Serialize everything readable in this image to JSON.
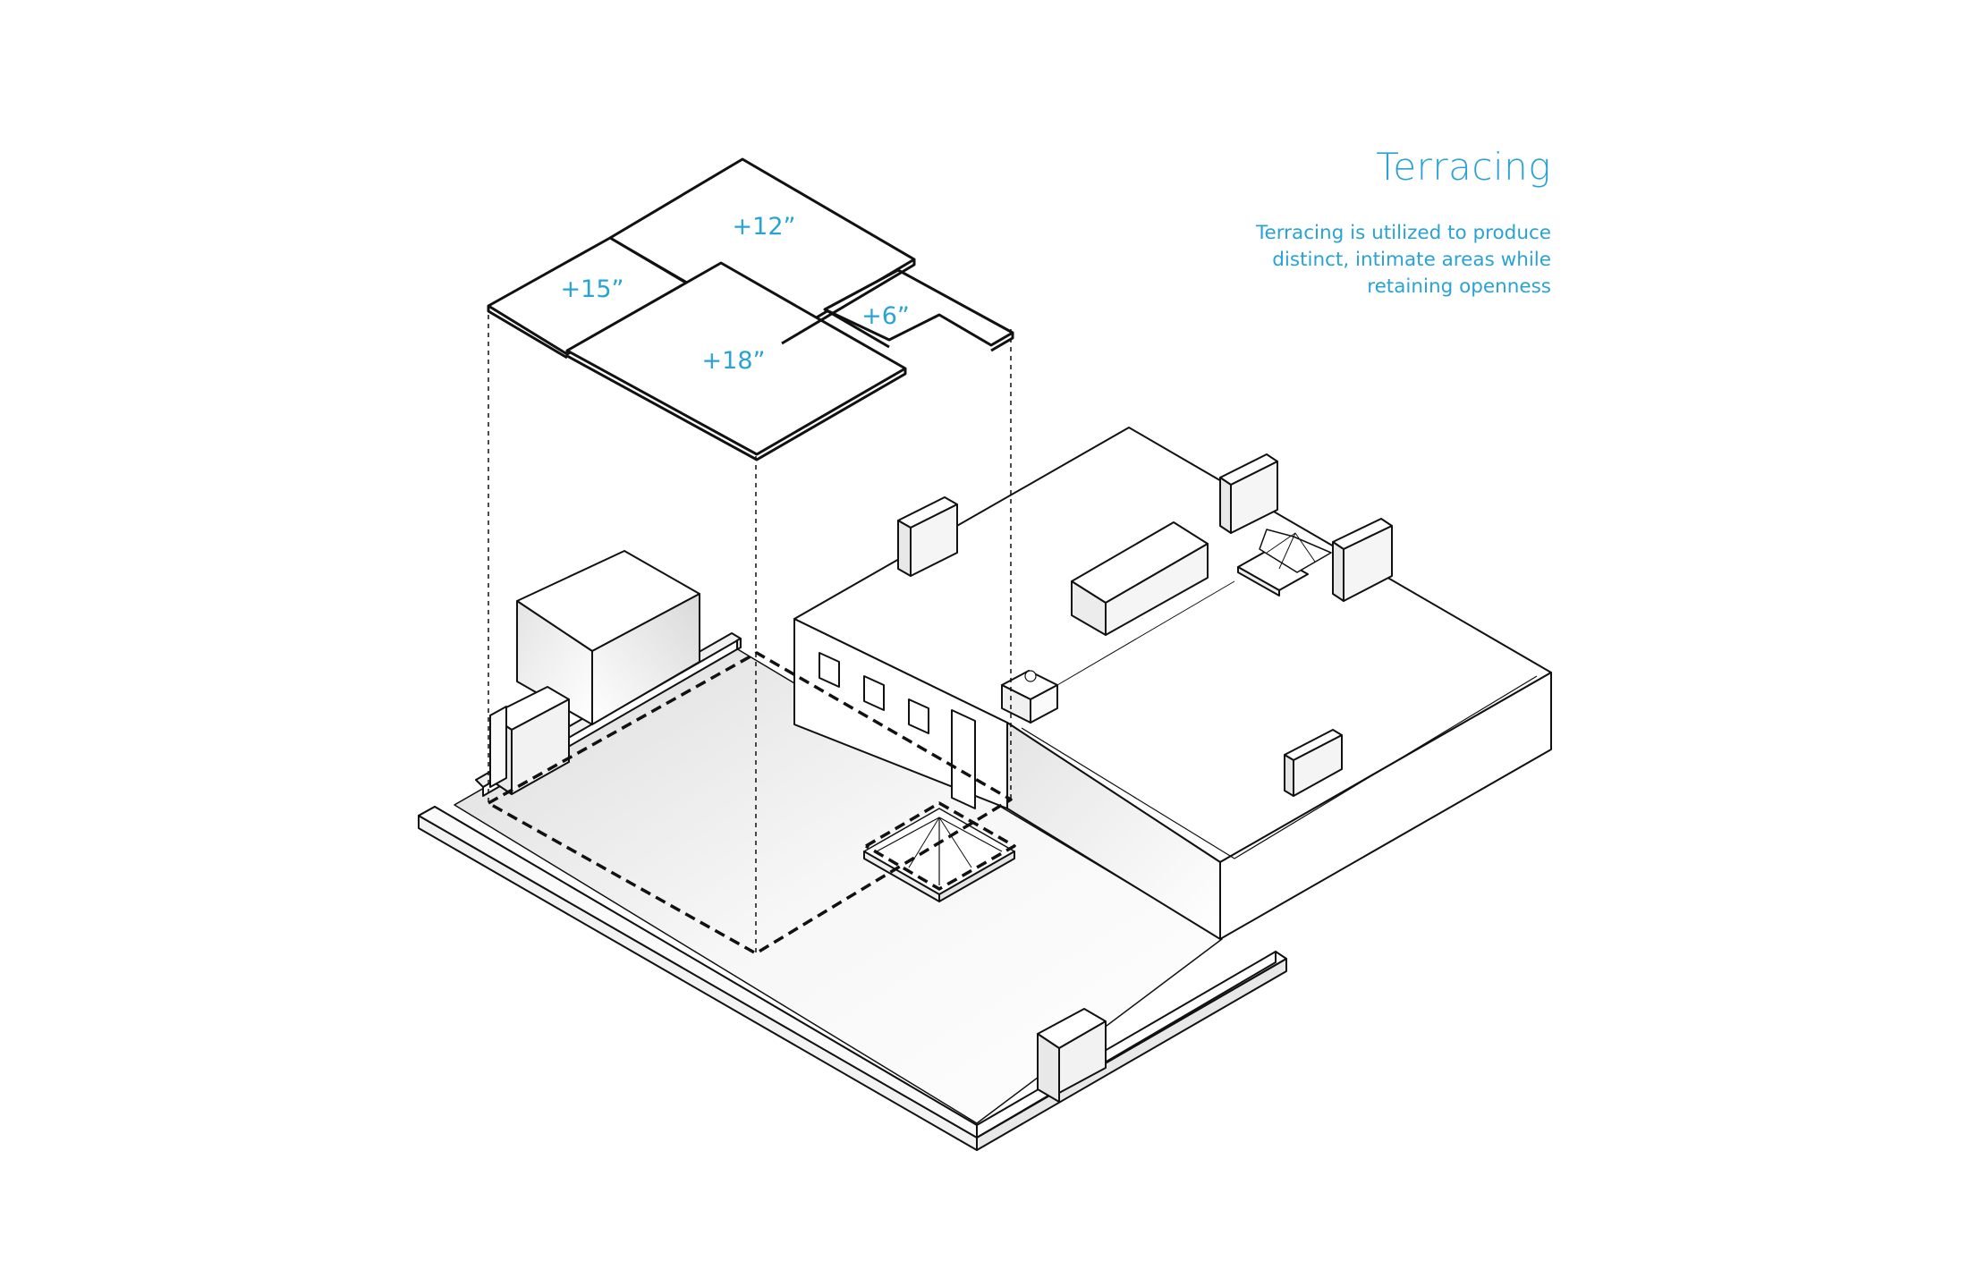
{
  "heading": {
    "title": "Terracing",
    "description_lines": [
      "Terracing is utilized to produce",
      "distinct, intimate areas while",
      "retaining openness"
    ]
  },
  "terrace_levels": [
    {
      "id": "level-12",
      "label": "+12”"
    },
    {
      "id": "level-15",
      "label": "+15”"
    },
    {
      "id": "level-6",
      "label": "+6”"
    },
    {
      "id": "level-18",
      "label": "+18”"
    }
  ],
  "colors": {
    "accent": "#29a3d6",
    "line": "#111111",
    "face_light": "#ffffff",
    "face_shade": "#e6e6e6"
  }
}
